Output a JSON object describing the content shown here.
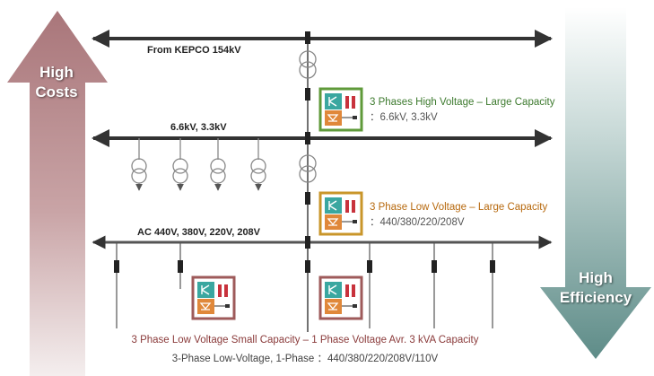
{
  "left_arrow": {
    "line1": "High",
    "line2": "Costs",
    "color": "#b78a8c"
  },
  "right_arrow": {
    "line1": "High",
    "line2": "Efficiency",
    "color": "#6f9a96"
  },
  "buses": {
    "kepco": "From KEPCO 154kV",
    "mv": "6.6kV, 3.3kV",
    "lv": "AC 440V, 380V, 220V, 208V"
  },
  "hv_block": {
    "title": "3 Phases High Voltage – Large Capacity",
    "spec": "：6.6kV, 3.3kV",
    "frame_color": "#5f9a3a",
    "title_color": "#3d7a2e"
  },
  "lv_block": {
    "title": "3 Phase Low Voltage – Large Capacity",
    "spec": "：440/380/220/208V",
    "frame_color": "#c9962a",
    "title_color": "#b7690e"
  },
  "small_block": {
    "line1": "3 Phase Low Voltage Small Capacity – 1 Phase Voltage  Avr. 3 kVA Capacity",
    "line2": "3-Phase Low-Voltage, 1-Phase  ：440/380/220/208V/110V",
    "frame_color": "#9e5a5a",
    "line1_color": "#8a3a3a",
    "line2_color": "#444444"
  },
  "module_colors": {
    "teal": "#3aa7a0",
    "orange": "#e0883a",
    "red": "#c8323c"
  }
}
